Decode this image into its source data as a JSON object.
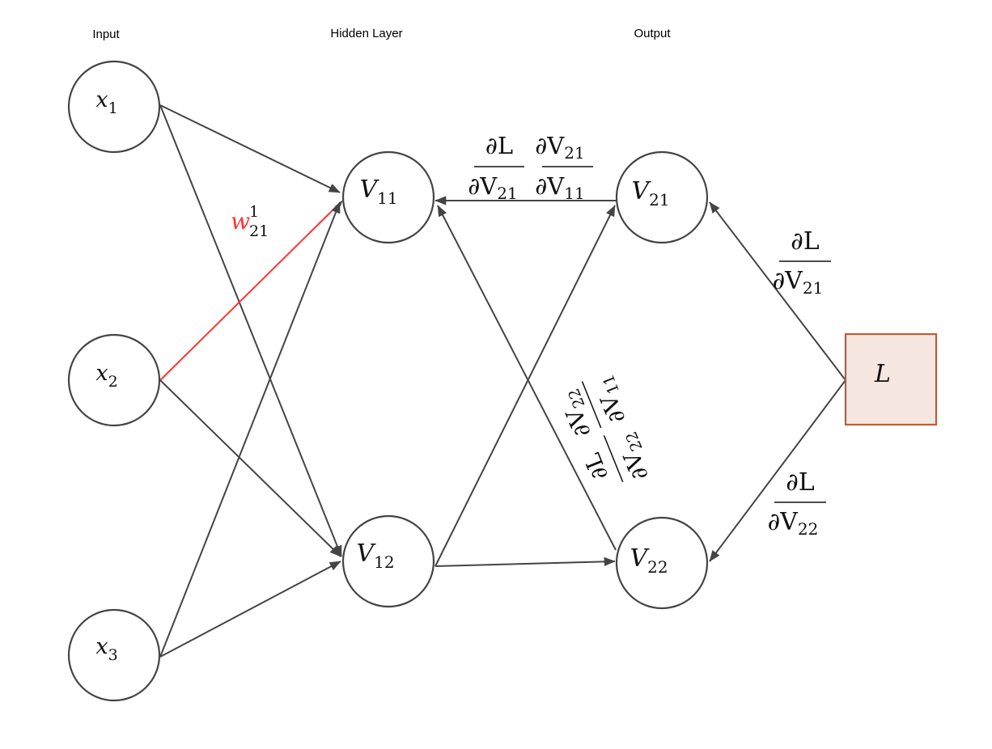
{
  "layers": {
    "input": "Input",
    "hidden": "Hidden Layer",
    "output": "Output"
  },
  "nodes": {
    "x1": {
      "base": "x",
      "sub": "1"
    },
    "x2": {
      "base": "x",
      "sub": "2"
    },
    "x3": {
      "base": "x",
      "sub": "3"
    },
    "v11": {
      "base": "V",
      "sub": "11"
    },
    "v12": {
      "base": "V",
      "sub": "12"
    },
    "v21": {
      "base": "V",
      "sub": "21"
    },
    "v22": {
      "base": "V",
      "sub": "22"
    },
    "loss": {
      "base": "L"
    }
  },
  "weight_label": {
    "base": "w",
    "sup": "1",
    "sub": "21",
    "color": "#ff3333"
  },
  "gradients": {
    "dL_dV21_top": {
      "num": "∂L",
      "den_base": "∂V",
      "den_sub": "21"
    },
    "dV21_dV11": {
      "num_base": "∂V",
      "num_sub": "21",
      "den_base": "∂V",
      "den_sub": "11"
    },
    "dL_dV21_right": {
      "num": "∂L",
      "den_base": "∂V",
      "den_sub": "21"
    },
    "dL_dV22_right": {
      "num": "∂L",
      "den_base": "∂V",
      "den_sub": "22"
    },
    "dL_dV22_rot": {
      "num": "∂L",
      "den_base": "∂V",
      "den_sub": "22"
    },
    "dV22_dV11_rot": {
      "num_base": "∂V",
      "num_sub": "22",
      "den_base": "∂V",
      "den_sub": "11"
    }
  },
  "colors": {
    "stroke": "#444444",
    "highlight_edge": "#ff3333",
    "loss_fill": "#f5e6e0",
    "loss_border": "#b5613a"
  }
}
